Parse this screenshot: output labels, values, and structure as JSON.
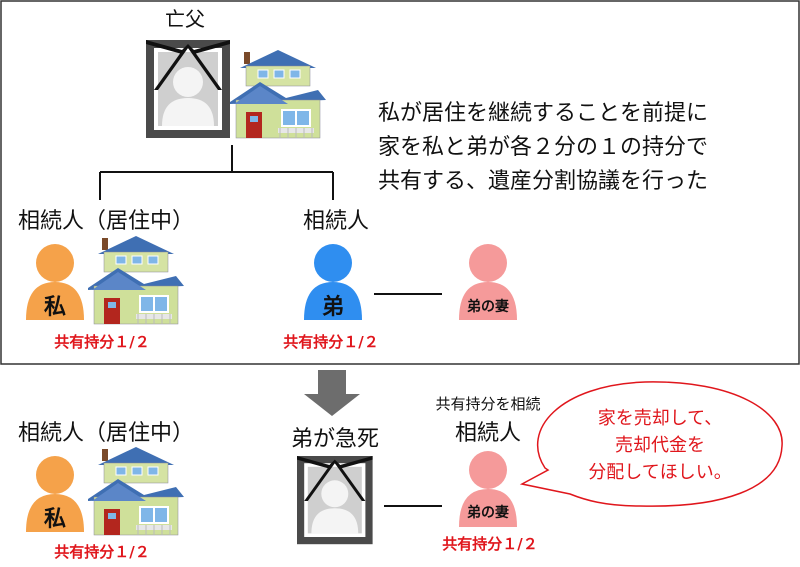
{
  "top_panel": {
    "deceased_label": "亡父",
    "description_lines": [
      "私が居住を継続することを前提に",
      "家を私と弟が各２分の１の持分で",
      "共有する、遺産分割協議を行った"
    ],
    "heir_me_label": "相続人（居住中）",
    "heir_brother_label": "相続人",
    "me_char": "私",
    "brother_char": "弟",
    "wife_label": "弟の妻",
    "me_share": "共有持分１/２",
    "brother_share": "共有持分１/２"
  },
  "bottom_panel": {
    "event_label": "弟が急死",
    "heir_me_label": "相続人（居住中）",
    "me_char": "私",
    "me_share": "共有持分１/２",
    "wife_caption": "共有持分を相続",
    "wife_heir_label": "相続人",
    "wife_label": "弟の妻",
    "wife_share": "共有持分１/２",
    "speech_lines": [
      "家を売却して、",
      "売却代金を",
      "分配してほしい。"
    ]
  },
  "colors": {
    "orange": "#f5a24a",
    "blue": "#2f8ef0",
    "pink": "#f59a9a",
    "share_red": "#e0161c",
    "speech_red": "#e0161c",
    "roof": "#3f6fb3",
    "wall": "#cfe09a",
    "frame": "#444444",
    "arrow": "#6d6d6d"
  }
}
